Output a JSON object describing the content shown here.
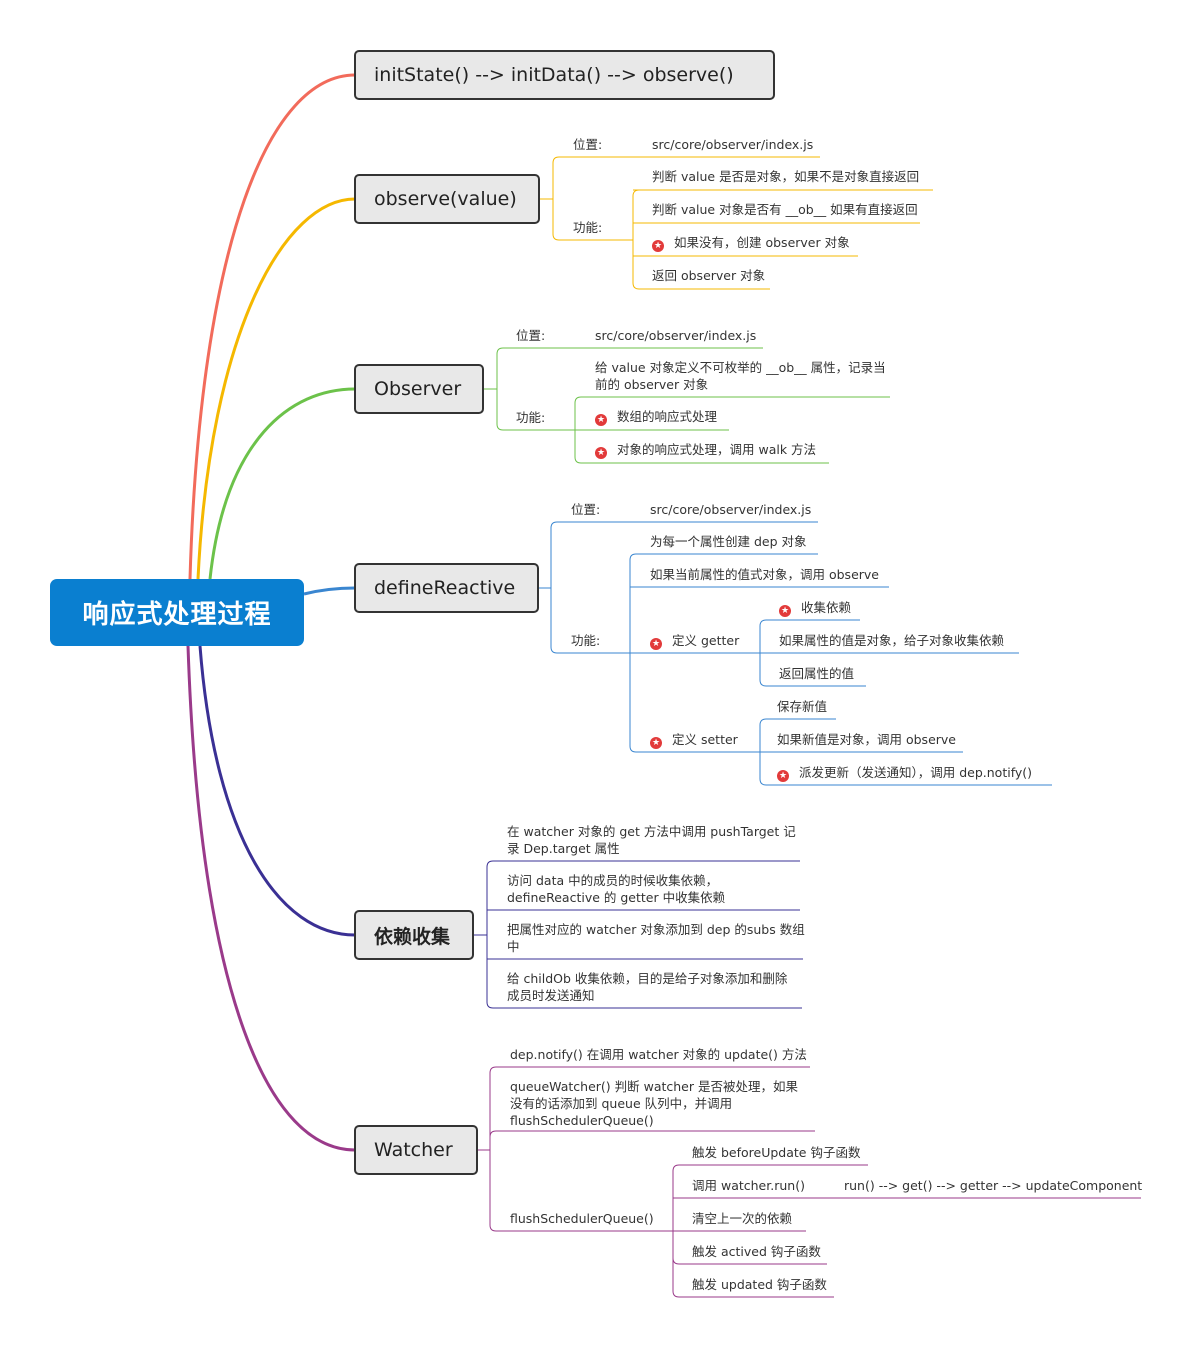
{
  "root": {
    "label": "响应式处理过程"
  },
  "colors": {
    "root": "#0a7fd0",
    "b1": "#f26b5b",
    "b2": "#f5b800",
    "b3": "#6cc24a",
    "b4": "#3a86d0",
    "b5": "#3a3094",
    "b6": "#9a3a8a",
    "star": "#e23a3a"
  },
  "branches": {
    "init": {
      "label": "initState() --> initData() --> observe()"
    },
    "observe": {
      "label": "observe(value)",
      "loc_label": "位置:",
      "loc_value": "src/core/observer/index.js",
      "func_label": "功能:",
      "items": [
        "判断 value 是否是对象，如果不是对象直接返回",
        "判断 value 对象是否有 __ob__ 如果有直接返回",
        "如果没有，创建 observer 对象",
        "返回 observer 对象"
      ]
    },
    "observer": {
      "label": "Observer",
      "loc_label": "位置:",
      "loc_value": "src/core/observer/index.js",
      "func_label": "功能:",
      "items": [
        "给 value 对象定义不可枚举的 __ob__ 属性，记录当前的 observer 对象",
        "数组的响应式处理",
        "对象的响应式处理，调用 walk 方法"
      ]
    },
    "define": {
      "label": "defineReactive",
      "loc_label": "位置:",
      "loc_value": "src/core/observer/index.js",
      "func_label": "功能:",
      "items": [
        "为每一个属性创建 dep 对象",
        "如果当前属性的值式对象，调用 observe"
      ],
      "getter": {
        "label": "定义 getter",
        "items": [
          "收集依赖",
          "如果属性的值是对象，给子对象收集依赖",
          "返回属性的值"
        ]
      },
      "setter": {
        "label": "定义 setter",
        "items": [
          "保存新值",
          "如果新值是对象，调用 observe",
          "派发更新（发送通知），调用 dep.notify()"
        ]
      }
    },
    "collect": {
      "label": "依赖收集",
      "items": [
        "在 watcher 对象的 get 方法中调用 pushTarget 记录 Dep.target 属性",
        "访问 data 中的成员的时候收集依赖，defineReactive 的 getter 中收集依赖",
        "把属性对应的 watcher 对象添加到 dep 的subs 数组中",
        "给 childOb 收集依赖，目的是给子对象添加和删除成员时发送通知"
      ]
    },
    "watcher": {
      "label": "Watcher",
      "items": [
        "dep.notify() 在调用 watcher 对象的 update() 方法",
        "queueWatcher() 判断 watcher 是否被处理，如果没有的话添加到 queue 队列中，并调用 flushSchedulerQueue()"
      ],
      "flush": {
        "label": "flushSchedulerQueue()",
        "items": [
          "触发 beforeUpdate 钩子函数",
          "调用 watcher.run()",
          "清空上一次的依赖",
          "触发 actived 钩子函数",
          "触发 updated 钩子函数"
        ],
        "run_detail": "run() --> get() --> getter --> updateComponent"
      }
    }
  }
}
